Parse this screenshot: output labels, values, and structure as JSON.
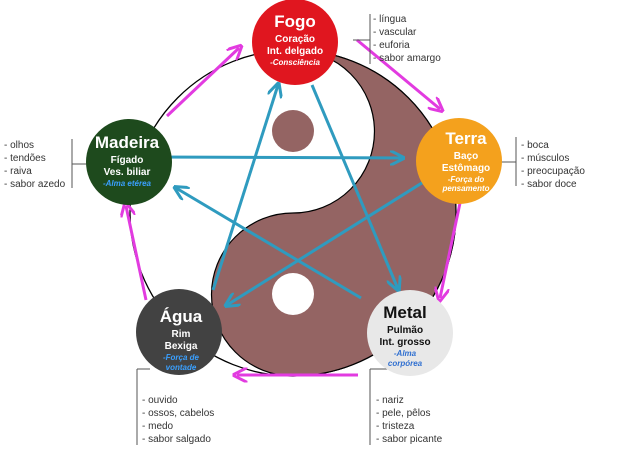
{
  "colors": {
    "yin": "#946463",
    "cycle_arrow": "#e23be0",
    "control_arrow": "#2f9bbf",
    "fogo": "#e0161f",
    "terra": "#f4a11d",
    "metal": "#e8e8e8",
    "agua": "#424242",
    "madeira": "#1e4a1d"
  },
  "elements": {
    "fogo": {
      "name": "Fogo",
      "organs": [
        "Coração",
        "Int. delgado"
      ],
      "aspect": "-Consciência",
      "attributes": [
        "- língua",
        "- vascular",
        "- euforia",
        "- sabor amargo"
      ]
    },
    "terra": {
      "name": "Terra",
      "organs": [
        "Baço",
        "Estômago"
      ],
      "aspect": [
        "-Força do",
        "pensamento"
      ],
      "attributes": [
        "- boca",
        "- músculos",
        "- preocupação",
        "- sabor doce"
      ]
    },
    "metal": {
      "name": "Metal",
      "organs": [
        "Pulmão",
        "Int. grosso"
      ],
      "aspect": [
        "-Alma",
        "corpórea"
      ],
      "attributes": [
        "- nariz",
        "- pele, pêlos",
        "- tristeza",
        "- sabor picante"
      ]
    },
    "agua": {
      "name": "Água",
      "organs": [
        "Rim",
        "Bexiga"
      ],
      "aspect": [
        "-Força de",
        "vontade"
      ],
      "attributes": [
        "- ouvido",
        "- ossos, cabelos",
        "- medo",
        "- sabor salgado"
      ]
    },
    "madeira": {
      "name": "Madeira",
      "organs": [
        "Fígado",
        "Ves. biliar"
      ],
      "aspect": "-Alma etérea",
      "attributes": [
        "- olhos",
        "- tendões",
        "- raiva",
        "- sabor azedo"
      ]
    }
  }
}
